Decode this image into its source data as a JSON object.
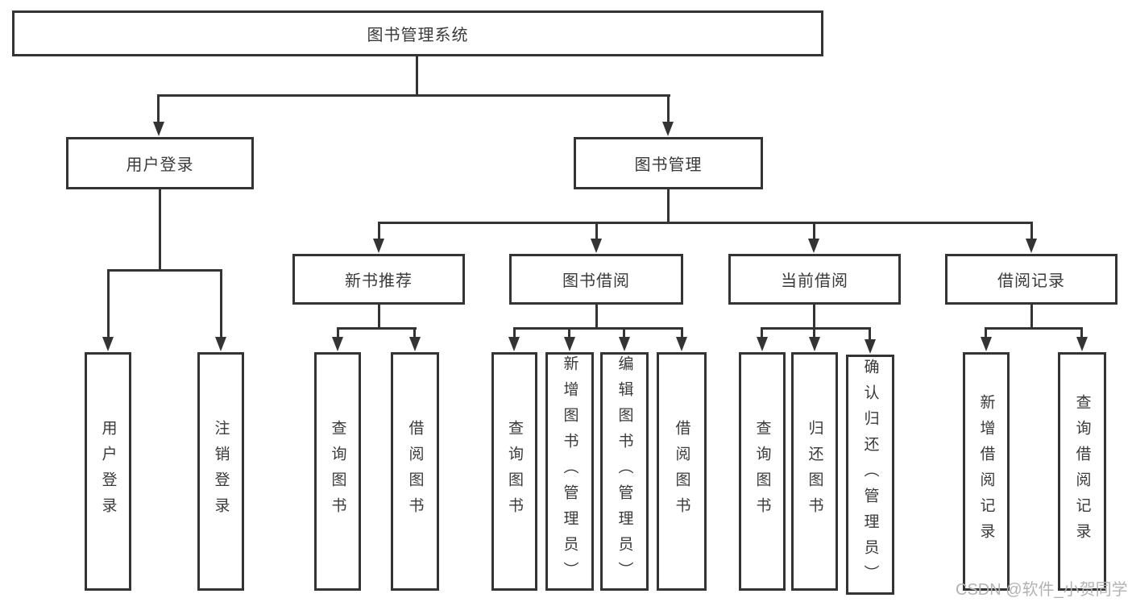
{
  "diagram": {
    "title": "图书管理系统",
    "type": "hierarchy-tree",
    "tree": {
      "label": "图书管理系统",
      "children": [
        {
          "label": "用户登录",
          "children": [
            {
              "label": "用户登录"
            },
            {
              "label": "注销登录"
            }
          ]
        },
        {
          "label": "图书管理",
          "children": [
            {
              "label": "新书推荐",
              "children": [
                {
                  "label": "查询图书"
                },
                {
                  "label": "借阅图书"
                }
              ]
            },
            {
              "label": "图书借阅",
              "children": [
                {
                  "label": "查询图书"
                },
                {
                  "label": "新增图书（管理员）"
                },
                {
                  "label": "编辑图书（管理员）"
                },
                {
                  "label": "借阅图书"
                }
              ]
            },
            {
              "label": "当前借阅",
              "children": [
                {
                  "label": "查询图书"
                },
                {
                  "label": "归还图书"
                },
                {
                  "label": "确认归还（管理员）"
                }
              ]
            },
            {
              "label": "借阅记录",
              "children": [
                {
                  "label": "新增借阅记录"
                },
                {
                  "label": "查询借阅记录"
                }
              ]
            }
          ]
        }
      ]
    },
    "watermark": "CSDN @软件_小贺同学",
    "colors": {
      "line": "#343434",
      "box_border": "#343434",
      "box_fill": "#ffffff",
      "text": "#3a3a3a",
      "watermark": "#b3b3b3",
      "background": "#ffffff"
    }
  }
}
